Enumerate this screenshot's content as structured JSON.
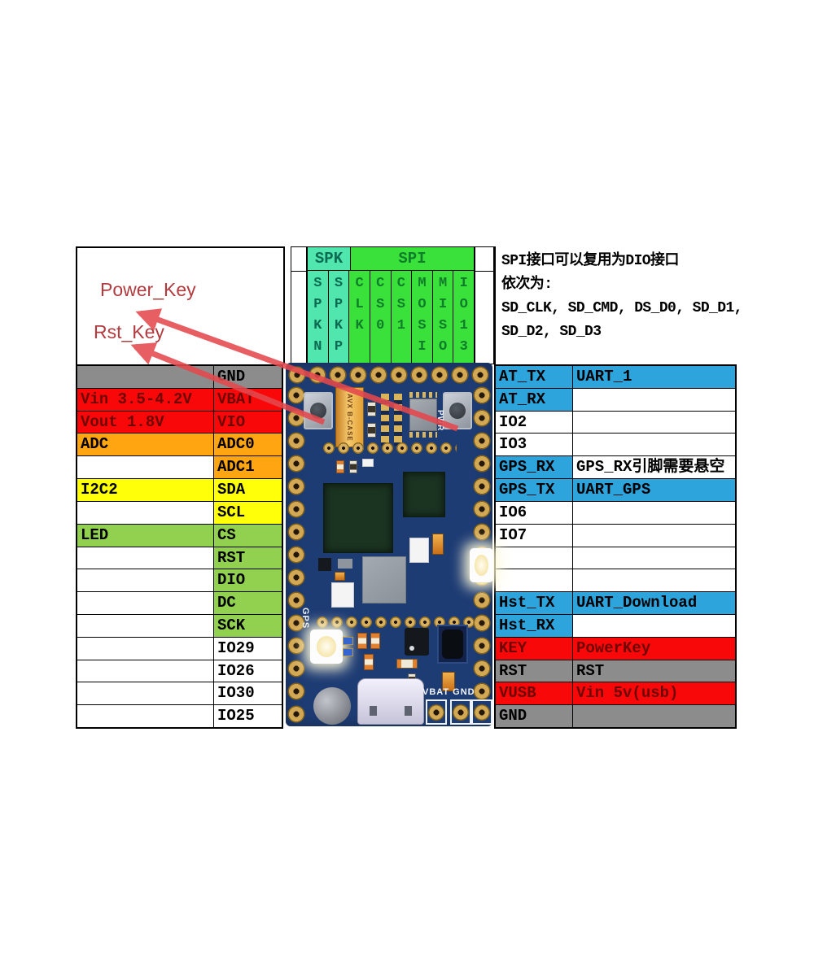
{
  "annotations": {
    "power_key": "Power_Key",
    "rst_key": "Rst_Key"
  },
  "pin_header": {
    "groups": [
      {
        "label": "SPK",
        "bg": "hdr-teal"
      },
      {
        "label": "SPI",
        "bg": "hdr-green"
      }
    ],
    "columns": [
      {
        "label": "SPKN",
        "bg": "hdr-teal"
      },
      {
        "label": "SPKP",
        "bg": "hdr-teal"
      },
      {
        "label": "CLK",
        "bg": "hdr-green"
      },
      {
        "label": "CS0",
        "bg": "hdr-green"
      },
      {
        "label": "CS1",
        "bg": "hdr-green"
      },
      {
        "label": "MOSI",
        "bg": "hdr-green"
      },
      {
        "label": "MISO",
        "bg": "hdr-green"
      },
      {
        "label": "IO13",
        "bg": "hdr-green"
      }
    ]
  },
  "note": {
    "lines": [
      "SPI接口可以复用为DIO接口",
      "依次为:",
      "SD_CLK, SD_CMD, DS_D0, SD_D1,",
      "SD_D2, SD_D3"
    ]
  },
  "left_table": {
    "rows": [
      {
        "c1": "",
        "c1bg": "gray",
        "c2": "GND",
        "c2bg": "gray"
      },
      {
        "c1": "Vin 3.5-4.2V",
        "c1bg": "red",
        "c2": "VBAT",
        "c2bg": "red",
        "fg": "dkred"
      },
      {
        "c1": "Vout 1.8V",
        "c1bg": "red",
        "c2": "VIO",
        "c2bg": "red",
        "fg": "dkred"
      },
      {
        "c1": "ADC",
        "c1bg": "orange",
        "c2": "ADC0",
        "c2bg": "orange"
      },
      {
        "c1": "",
        "c1bg": "white",
        "c2": "ADC1",
        "c2bg": "orange"
      },
      {
        "c1": "I2C2",
        "c1bg": "yellow",
        "c2": "SDA",
        "c2bg": "yellow"
      },
      {
        "c1": "",
        "c1bg": "white",
        "c2": "SCL",
        "c2bg": "yellow"
      },
      {
        "c1": "LED",
        "c1bg": "lgreen",
        "c2": "CS",
        "c2bg": "lgreen"
      },
      {
        "c1": "",
        "c1bg": "white",
        "c2": "RST",
        "c2bg": "lgreen"
      },
      {
        "c1": "",
        "c1bg": "white",
        "c2": "DIO",
        "c2bg": "lgreen"
      },
      {
        "c1": "",
        "c1bg": "white",
        "c2": "DC",
        "c2bg": "lgreen"
      },
      {
        "c1": "",
        "c1bg": "white",
        "c2": "SCK",
        "c2bg": "lgreen"
      },
      {
        "c1": "",
        "c1bg": "white",
        "c2": "IO29",
        "c2bg": "white"
      },
      {
        "c1": "",
        "c1bg": "white",
        "c2": "IO26",
        "c2bg": "white"
      },
      {
        "c1": "",
        "c1bg": "white",
        "c2": "IO30",
        "c2bg": "white"
      },
      {
        "c1": "",
        "c1bg": "white",
        "c2": "IO25",
        "c2bg": "white"
      }
    ]
  },
  "right_table": {
    "rows": [
      {
        "c1": "AT_TX",
        "c1bg": "blue",
        "c2": "UART_1",
        "c2bg": "blue"
      },
      {
        "c1": "AT_RX",
        "c1bg": "blue",
        "c2": "",
        "c2bg": "white"
      },
      {
        "c1": "IO2",
        "c1bg": "white",
        "c2": "",
        "c2bg": "white"
      },
      {
        "c1": "IO3",
        "c1bg": "white",
        "c2": "",
        "c2bg": "white"
      },
      {
        "c1": "GPS_RX",
        "c1bg": "blue",
        "c2": "GPS_RX引脚需要悬空",
        "c2bg": "white"
      },
      {
        "c1": "GPS_TX",
        "c1bg": "blue",
        "c2": "UART_GPS",
        "c2bg": "blue"
      },
      {
        "c1": "IO6",
        "c1bg": "white",
        "c2": "",
        "c2bg": "white"
      },
      {
        "c1": "IO7",
        "c1bg": "white",
        "c2": "",
        "c2bg": "white"
      },
      {
        "c1": "",
        "c1bg": "white",
        "c2": "",
        "c2bg": "white"
      },
      {
        "c1": "",
        "c1bg": "white",
        "c2": "",
        "c2bg": "white"
      },
      {
        "c1": "Hst_TX",
        "c1bg": "blue",
        "c2": "UART_Download",
        "c2bg": "blue"
      },
      {
        "c1": "Hst_RX",
        "c1bg": "blue",
        "c2": "",
        "c2bg": "white"
      },
      {
        "c1": "KEY",
        "c1bg": "red",
        "c2": "PowerKey",
        "c2bg": "red",
        "fg": "dkred"
      },
      {
        "c1": "RST",
        "c1bg": "gray",
        "c2": "RST",
        "c2bg": "gray"
      },
      {
        "c1": "VUSB",
        "c1bg": "red",
        "c2": "Vin 5v(usb)",
        "c2bg": "red",
        "fg": "dkred"
      },
      {
        "c1": "GND",
        "c1bg": "gray",
        "c2": "",
        "c2bg": "gray"
      }
    ]
  },
  "board": {
    "silkscreen": {
      "pwr": "PWR",
      "gps": "GPS",
      "vbat_gnd": "VBAT GND",
      "avx": "AVX B-CASE"
    }
  },
  "colors": {
    "header_teal": "#50e6ae",
    "header_green": "#3ae13a",
    "row_light_green": "#92d050",
    "row_gray": "#8c8c8c",
    "row_red": "#f80808",
    "row_orange": "#ffa512",
    "row_yellow": "#ffff0a",
    "row_blue": "#2ea4dd",
    "dark_red_text": "#6f0606",
    "board_navy": "#1e3c74",
    "arrow_red": "#e4484e",
    "annotation_red": "#b23b3f"
  }
}
